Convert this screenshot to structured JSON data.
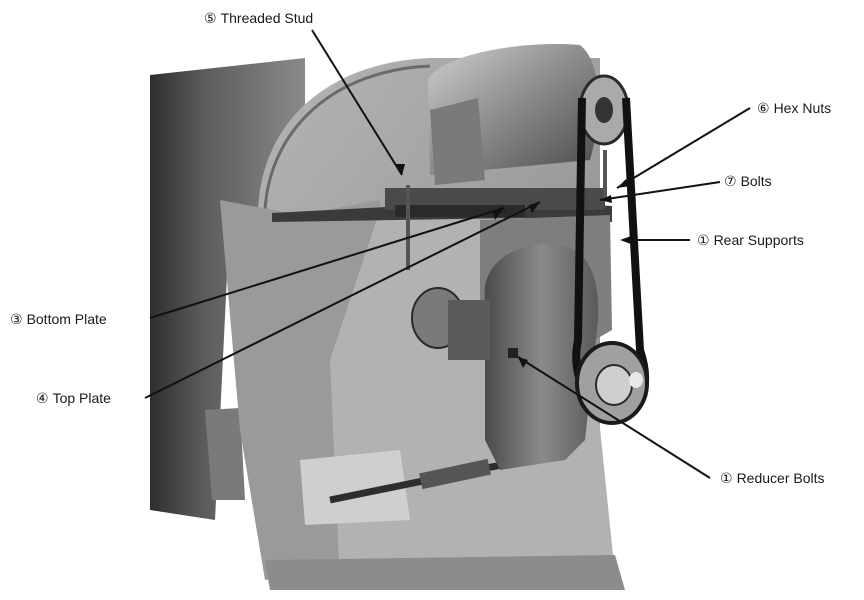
{
  "colors": {
    "background": "#ffffff",
    "leader": "#111111",
    "housing_dark": "#3a3a3a",
    "housing_mid": "#6e6e6e",
    "housing_light": "#a8a8a8",
    "metal_light": "#bdbdbd",
    "shadow": "#2a2a2a"
  },
  "callouts": [
    {
      "id": "threaded-stud",
      "number": "⑤",
      "text": "Threaded Stud"
    },
    {
      "id": "hex-nuts",
      "number": "⑥",
      "text": "Hex Nuts"
    },
    {
      "id": "bolts",
      "number": "⑦",
      "text": "Bolts"
    },
    {
      "id": "rear-supports",
      "number": "①",
      "text": "Rear Supports"
    },
    {
      "id": "bottom-plate",
      "number": "③",
      "text": "Bottom Plate"
    },
    {
      "id": "top-plate",
      "number": "④",
      "text": "Top Plate"
    },
    {
      "id": "reducer-bolts",
      "number": "①",
      "text": "Reducer Bolts"
    }
  ]
}
